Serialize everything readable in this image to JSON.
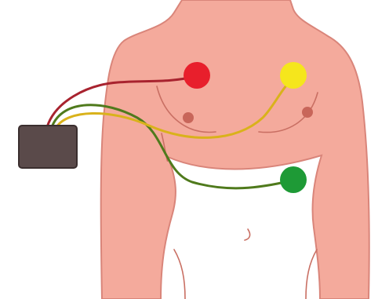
{
  "colors": {
    "background": "#ffffff",
    "skin": "#f4aa9c",
    "skin_outline": "#d9857a",
    "body_line": "#c96f63",
    "nipple": "#c8665a",
    "monitor_body": "#5a4a4a",
    "monitor_outline": "#3a2e2e",
    "electrode_red": "#e81f2c",
    "electrode_yellow": "#f5e61c",
    "electrode_green": "#1e9a36",
    "wire_red": "#a8232f",
    "wire_yellow": "#d9b21b",
    "wire_green": "#4f7a1c"
  },
  "elements": {
    "torso": "torso-illustration",
    "monitor": "ecg-monitor-device",
    "electrodes": [
      "red-electrode",
      "yellow-electrode",
      "green-electrode"
    ],
    "wires": [
      "red-lead-wire",
      "yellow-lead-wire",
      "green-lead-wire"
    ]
  }
}
